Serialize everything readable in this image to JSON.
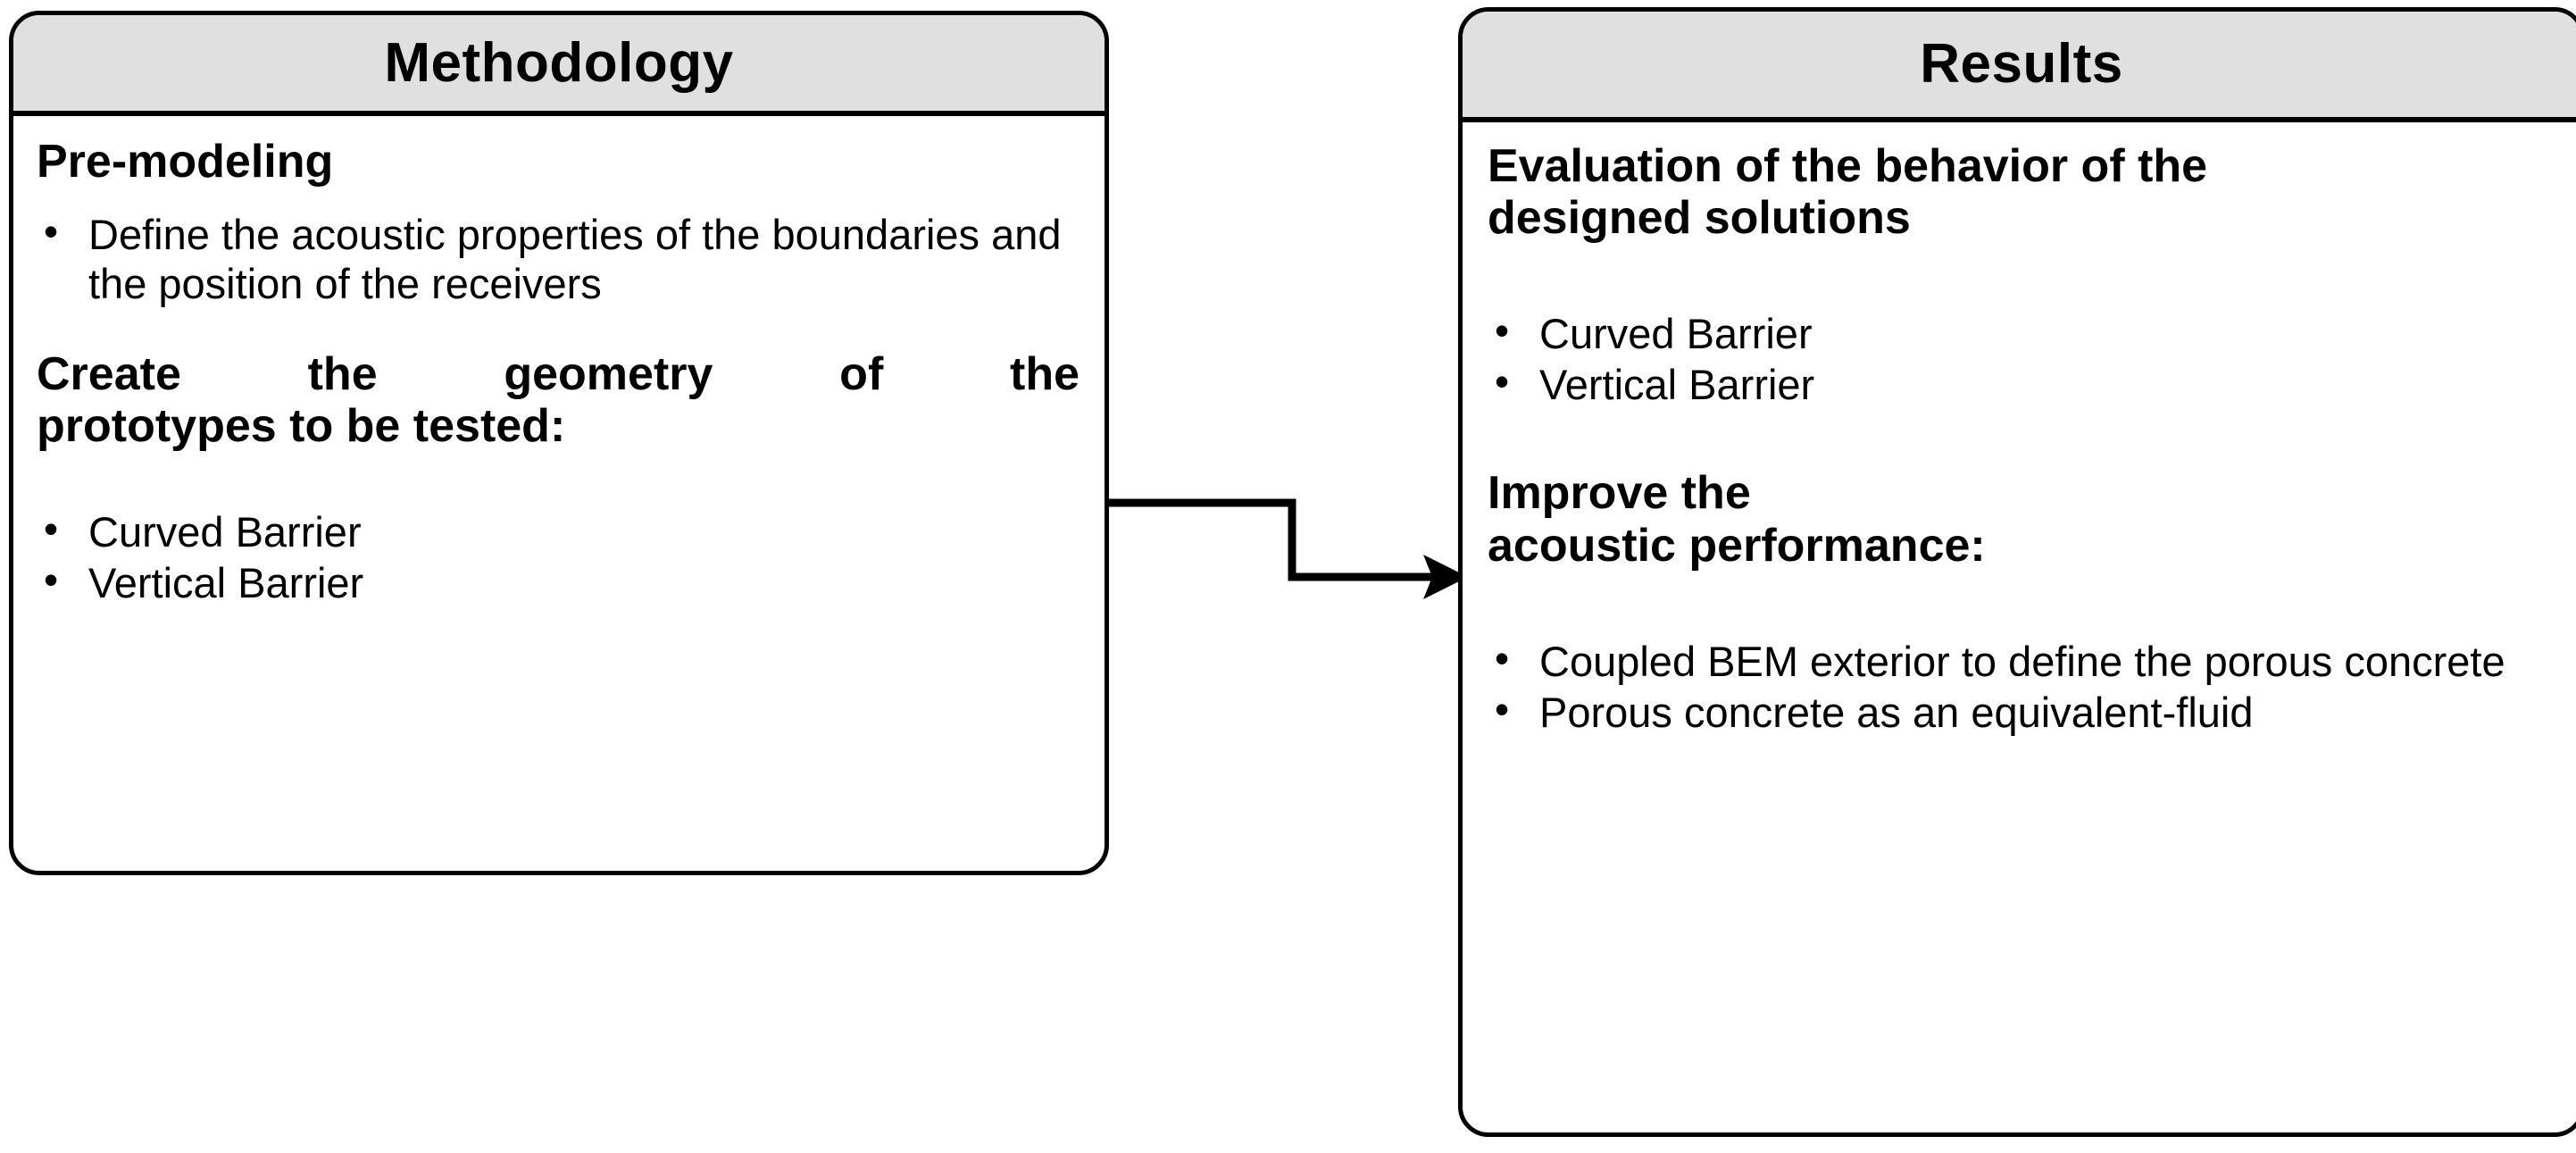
{
  "diagram": {
    "title_left": "Methodology",
    "title_right": "Results",
    "accent_fill": "#e0e0e0",
    "stroke_color": "#000000",
    "background": "#ffffff"
  },
  "methodology": {
    "header": "Methodology",
    "section1": {
      "heading": "Pre-modeling",
      "bullets": [
        "Define the acoustic properties of the boundaries and the position of the receivers"
      ]
    },
    "section2": {
      "heading_line1": "Create the geometry of the",
      "heading_line2": "prototypes to be tested:",
      "bullets": [
        "Curved Barrier",
        "Vertical Barrier"
      ]
    }
  },
  "results": {
    "header": "Results",
    "section1": {
      "heading_line1": "Evaluation of the behavior of the",
      "heading_line2": "designed solutions",
      "bullets": [
        "Curved Barrier",
        "Vertical Barrier"
      ]
    },
    "section2": {
      "heading_line1": "Improve the",
      "heading_line2": "acoustic performance:",
      "bullets": [
        "Coupled BEM exterior to define the porous concrete",
        "Porous concrete as an equivalent-fluid"
      ]
    }
  },
  "connector": {
    "label": "methodology-to-results-arrow",
    "direction": "right"
  }
}
